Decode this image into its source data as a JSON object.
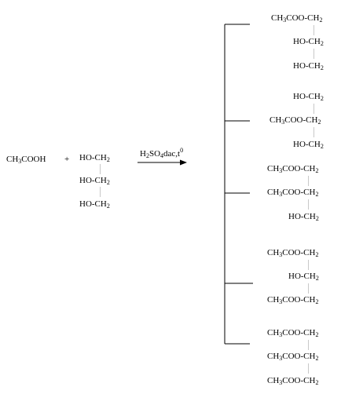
{
  "reactants": {
    "acid": "CH3COOH",
    "plus": "+",
    "glycerol": [
      "HO-CH2",
      "HO-CH2",
      "HO-CH2"
    ]
  },
  "arrow": {
    "condition": "H2SO4dac,t0"
  },
  "products": [
    [
      "CH3COO-CH2",
      "HO-CH2",
      "HO-CH2"
    ],
    [
      "HO-CH2",
      "CH3COO-CH2",
      "HO-CH2"
    ],
    [
      "CH3COO-CH2",
      "CH3COO-CH2",
      "HO-CH2"
    ],
    [
      "CH3COO-CH2",
      "HO-CH2",
      "CH3COO-CH2"
    ],
    [
      "CH3COO-CH2",
      "CH3COO-CH2",
      "CH3COO-CH2"
    ]
  ],
  "colors": {
    "ink": "#000000",
    "bond": "#c8c8c8"
  }
}
